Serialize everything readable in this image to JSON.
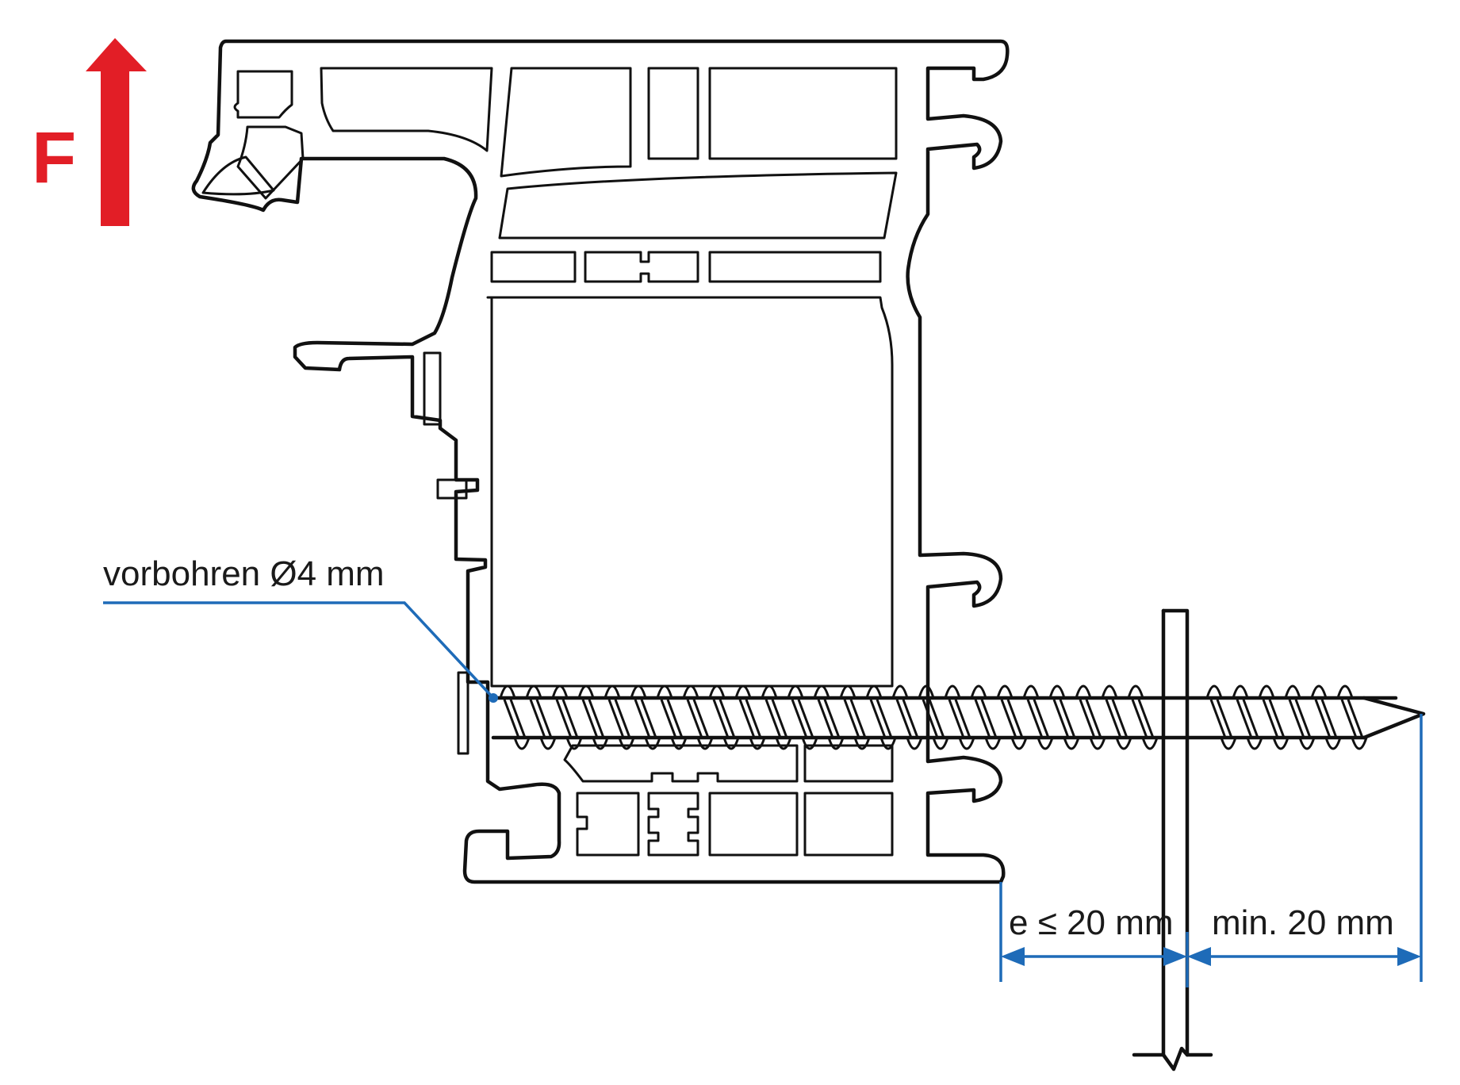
{
  "force": {
    "label": "F",
    "direction": "up",
    "color": "#e21e26"
  },
  "annotations": {
    "predrill": "vorbohren Ø4 mm",
    "edge_distance": "e ≤ 20 mm",
    "min_embedment": "min. 20 mm"
  },
  "colors": {
    "dimension": "#1e6bb8",
    "outline": "#111111"
  },
  "components": {
    "profile": "window frame profile (cross-section)",
    "screw": "frame fixing screw",
    "wall": "wall / substrate section"
  }
}
